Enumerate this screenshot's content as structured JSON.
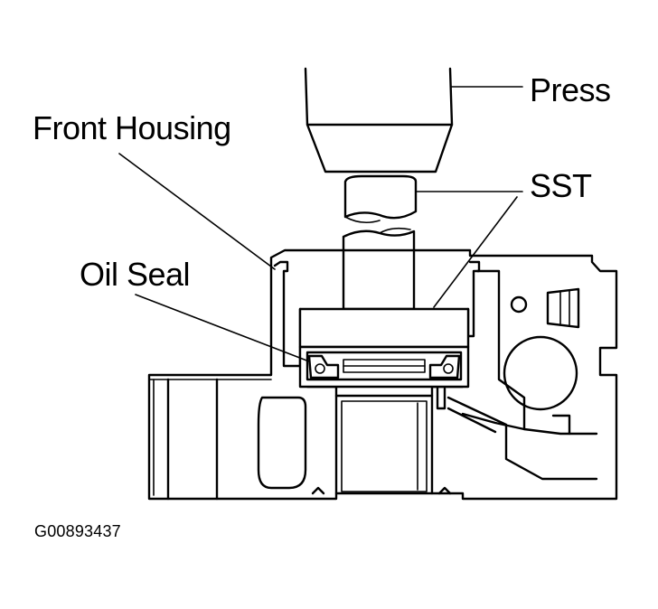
{
  "labels": {
    "press": "Press",
    "front_housing": "Front Housing",
    "sst": "SST",
    "oil_seal": "Oil Seal"
  },
  "figure_id": "G00893437",
  "colors": {
    "line": "#000000",
    "background": "#ffffff"
  }
}
